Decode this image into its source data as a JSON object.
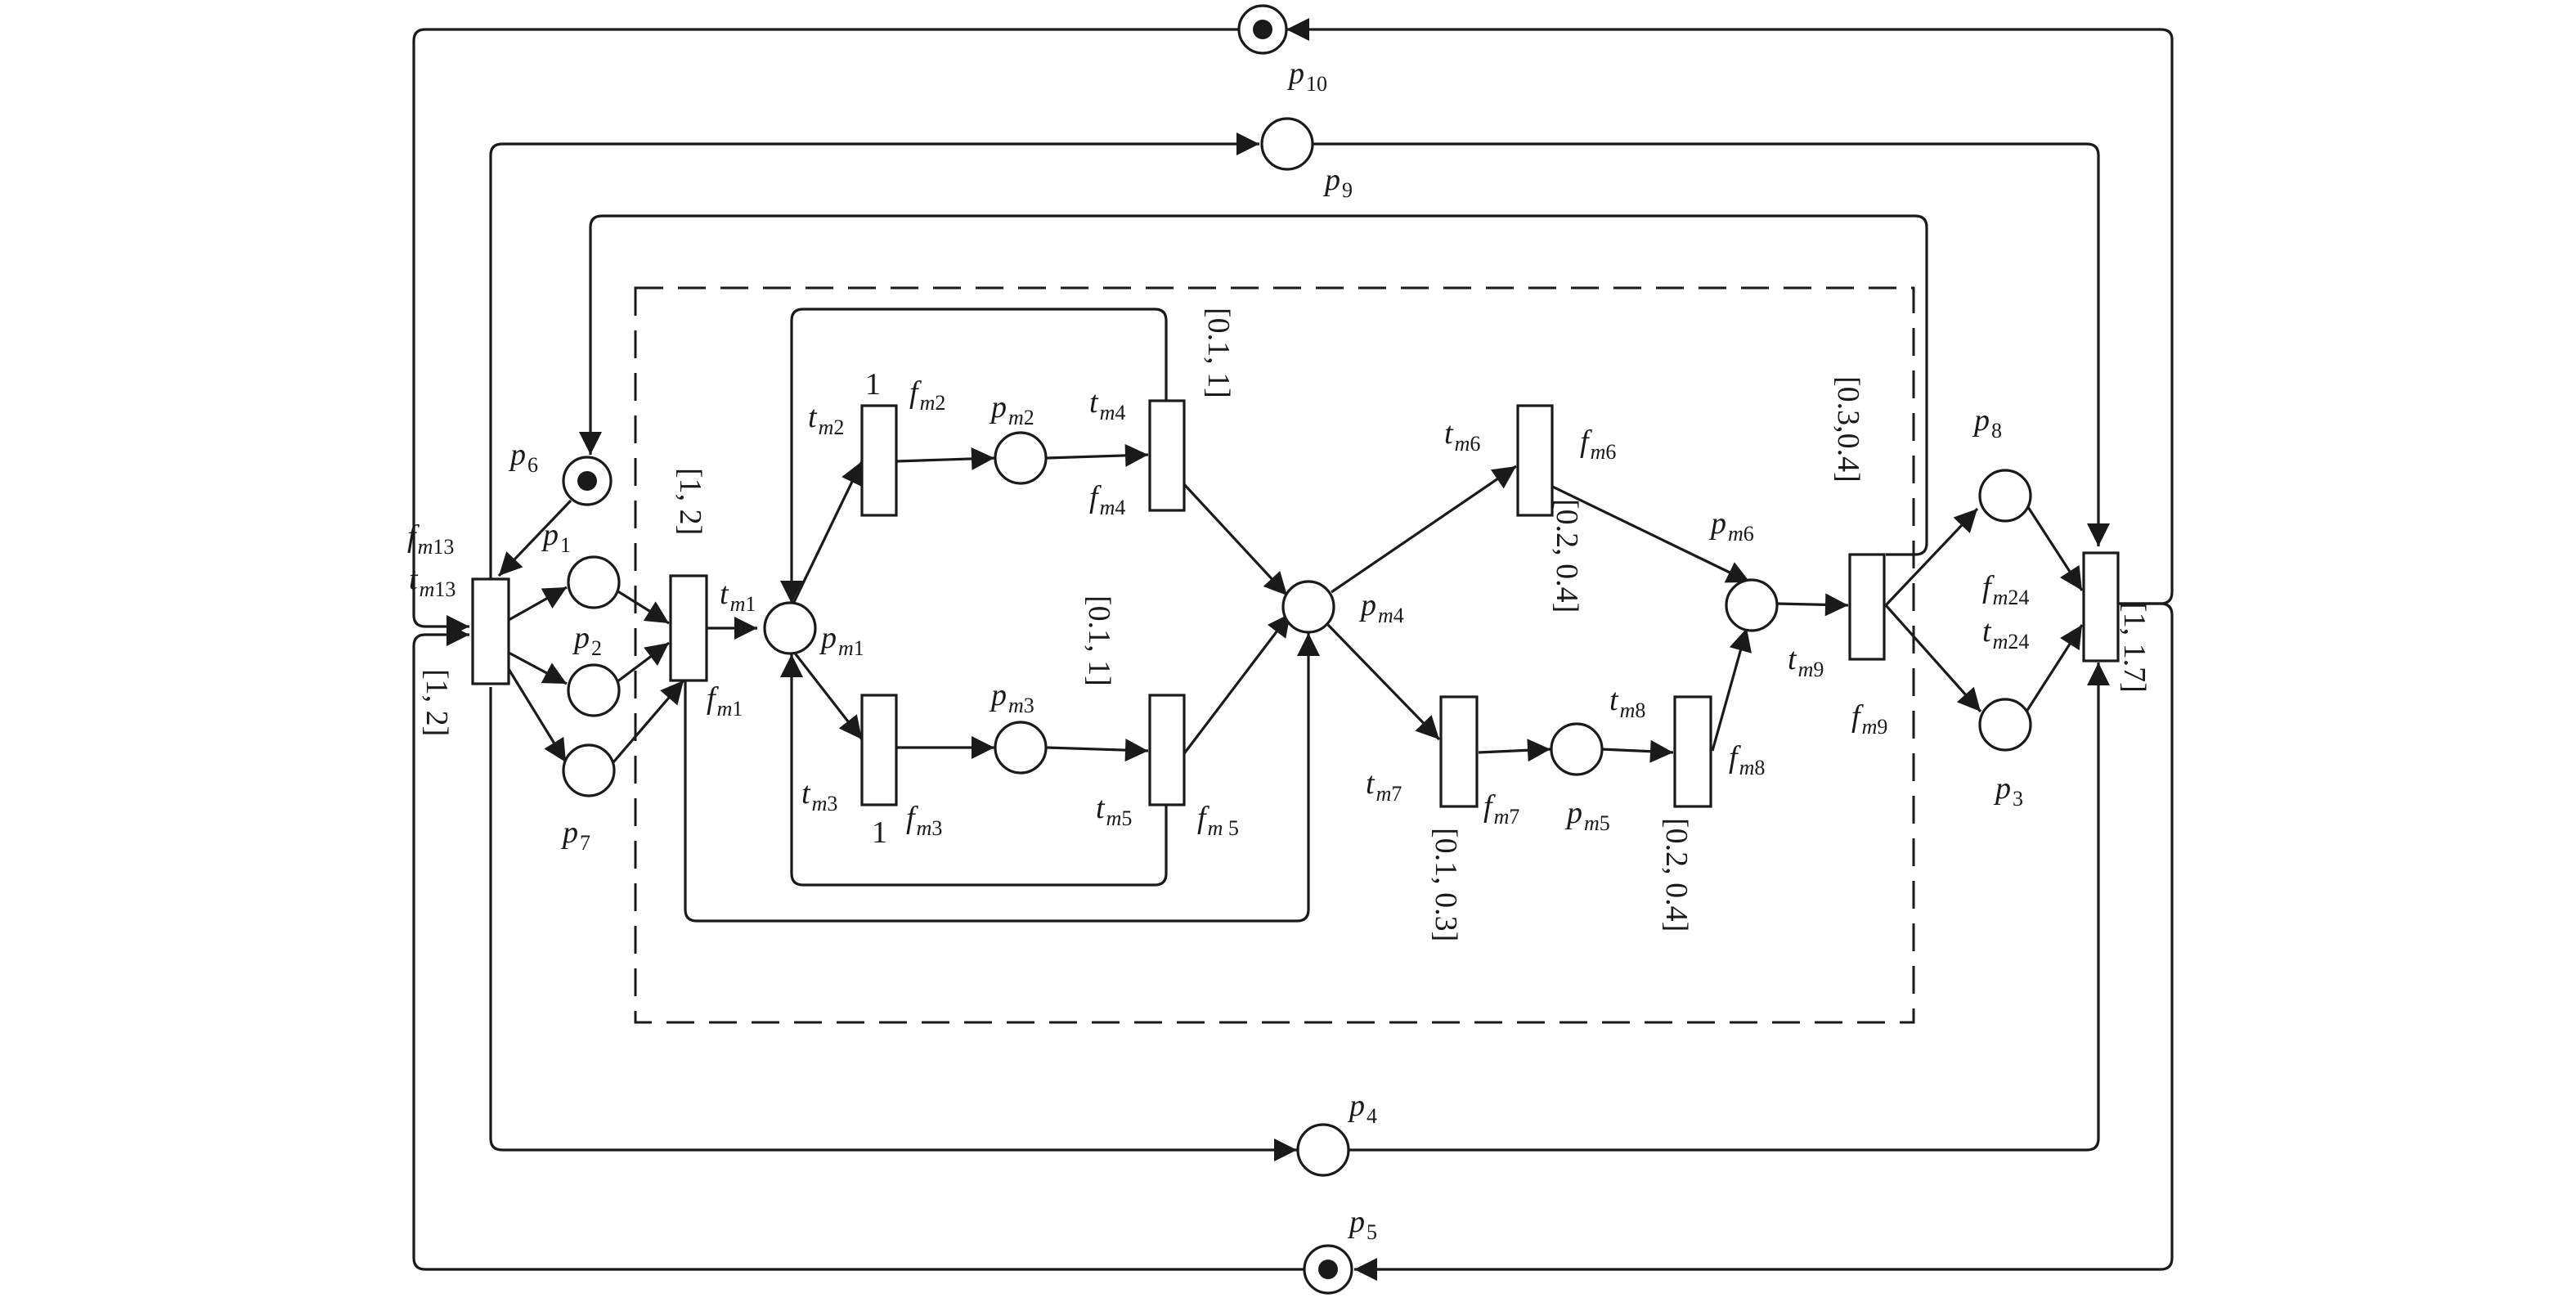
{
  "places": {
    "p1": "p|1",
    "p2": "p|2",
    "p3": "p|3",
    "p4": "p|4",
    "p5": "p|5",
    "p6": "p|6",
    "p7": "p|7",
    "p8": "p|8",
    "p9": "p|9",
    "p10": "p|10",
    "pm1": "p|m1",
    "pm2": "p|m2",
    "pm3": "p|m3",
    "pm4": "p|m4",
    "pm5": "p|m5",
    "pm6": "p|m6"
  },
  "transitions": {
    "tm1": "t|m1",
    "tm2": "t|m2",
    "tm3": "t|m3",
    "tm4": "t|m4",
    "tm5": "t|m5",
    "tm6": "t|m6",
    "tm7": "t|m7",
    "tm8": "t|m8",
    "tm9": "t|m9",
    "tm13": "t|m13",
    "tm24": "t|m24"
  },
  "functions": {
    "fm1": "f|m1",
    "fm2": "f|m2",
    "fm3": "f|m3",
    "fm4": "f|m4",
    "fm5": "f|m 5",
    "fm6": "f|m6",
    "fm7": "f|m7",
    "fm8": "f|m8",
    "fm9": "f|m9",
    "fm13": "f|m13",
    "fm24": "f|m24"
  },
  "intervals": {
    "tm13": "[1, 2]",
    "tm1": "[1, 2]",
    "tm4": "[0.1, 1]",
    "tm5": "[0.1, 1]",
    "tm6": "[0.2, 0.4]",
    "tm7": "[0.1, 0.3]",
    "tm8": "[0.2, 0.4]",
    "tm9": "[0.3,0.4]",
    "tm24": "[1, 1.7]"
  },
  "weights": {
    "tm2": "1",
    "tm3": "1"
  },
  "marked_places": [
    "p5",
    "p6",
    "p10"
  ]
}
